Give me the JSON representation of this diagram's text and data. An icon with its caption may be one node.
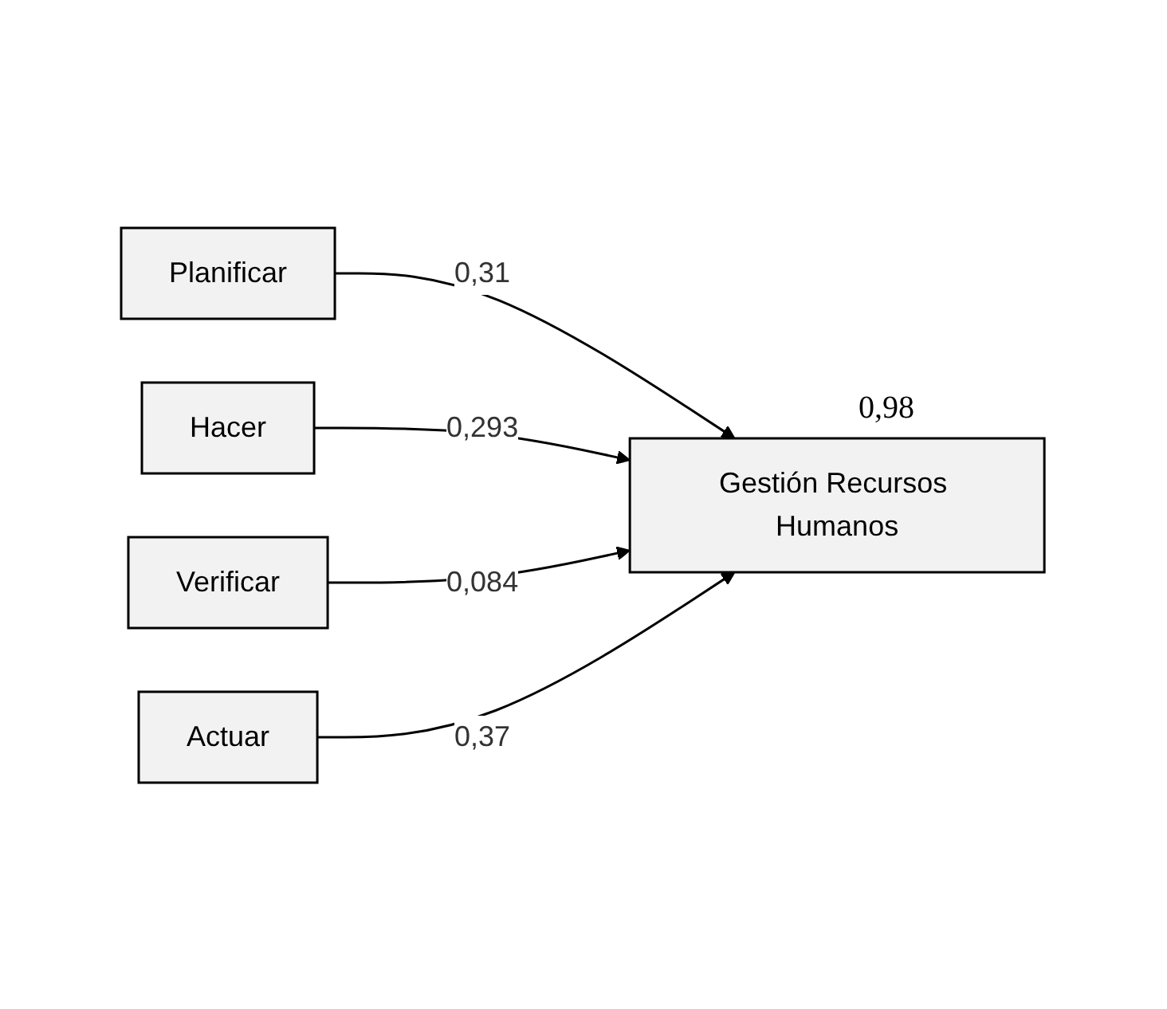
{
  "diagram": {
    "nodes": [
      {
        "text": [
          "Planificar"
        ]
      },
      {
        "text": [
          "Hacer"
        ]
      },
      {
        "text": [
          "Verificar"
        ]
      },
      {
        "text": [
          "Actuar"
        ]
      },
      {
        "text": [
          "Gestión Recursos Humanos"
        ],
        "beside": [
          "0,98"
        ]
      }
    ],
    "edges": [
      {
        "from": 0,
        "to": 4,
        "arrow": "to",
        "label": "0,31"
      },
      {
        "from": 1,
        "to": 4,
        "arrow": "to",
        "label": "0,293"
      },
      {
        "from": 2,
        "to": 4,
        "arrow": "to",
        "label": "0,084"
      },
      {
        "from": 3,
        "to": 4,
        "arrow": "to",
        "label": "0,37"
      }
    ]
  }
}
